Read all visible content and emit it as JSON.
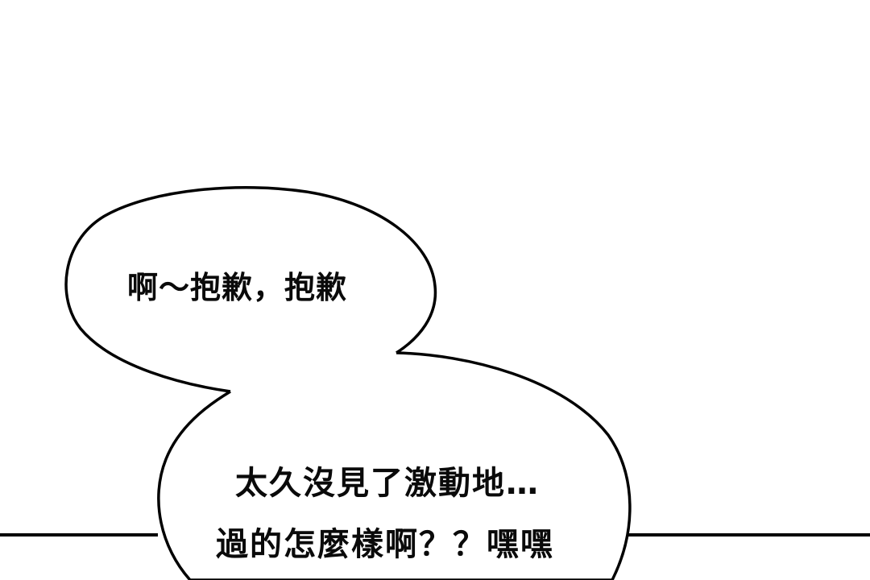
{
  "panel": {
    "background": "#ffffff",
    "stroke_color": "#000000",
    "panel_border_y": 664
  },
  "bubbles": [
    {
      "id": "upper",
      "lines": [
        "啊～抱歉，抱歉"
      ]
    },
    {
      "id": "lower",
      "lines": [
        "太久沒見了激動地…",
        "過的怎麼樣啊？？嘿嘿"
      ]
    }
  ]
}
